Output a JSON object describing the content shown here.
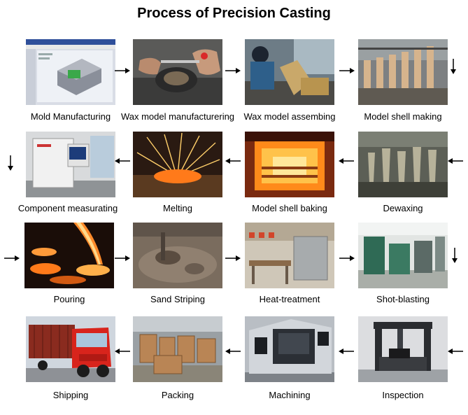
{
  "title": "Process of Precision Casting",
  "steps": [
    {
      "label": "Mold Manufacturing",
      "icon": "cad-screen-icon"
    },
    {
      "label": "Wax model manufacturering",
      "icon": "hands-wax-icon"
    },
    {
      "label": "Wax model assembing",
      "icon": "worker-assembly-icon"
    },
    {
      "label": "Model shell making",
      "icon": "shell-rack-icon"
    },
    {
      "label": "Dewaxing",
      "icon": "dewax-clusters-icon"
    },
    {
      "label": "Model shell baking",
      "icon": "furnace-fire-icon"
    },
    {
      "label": "Melting",
      "icon": "sparks-melting-icon"
    },
    {
      "label": "Component measurating",
      "icon": "measuring-machine-icon"
    },
    {
      "label": "Pouring",
      "icon": "molten-pour-icon"
    },
    {
      "label": "Sand Striping",
      "icon": "sand-pile-icon"
    },
    {
      "label": "Heat-treatment",
      "icon": "heat-oven-icon"
    },
    {
      "label": "Shot-blasting",
      "icon": "blast-workshop-icon"
    },
    {
      "label": "Inspection",
      "icon": "cmm-inspection-icon"
    },
    {
      "label": "Machining",
      "icon": "cnc-machine-icon"
    },
    {
      "label": "Packing",
      "icon": "crates-warehouse-icon"
    },
    {
      "label": "Shipping",
      "icon": "red-truck-icon"
    }
  ]
}
